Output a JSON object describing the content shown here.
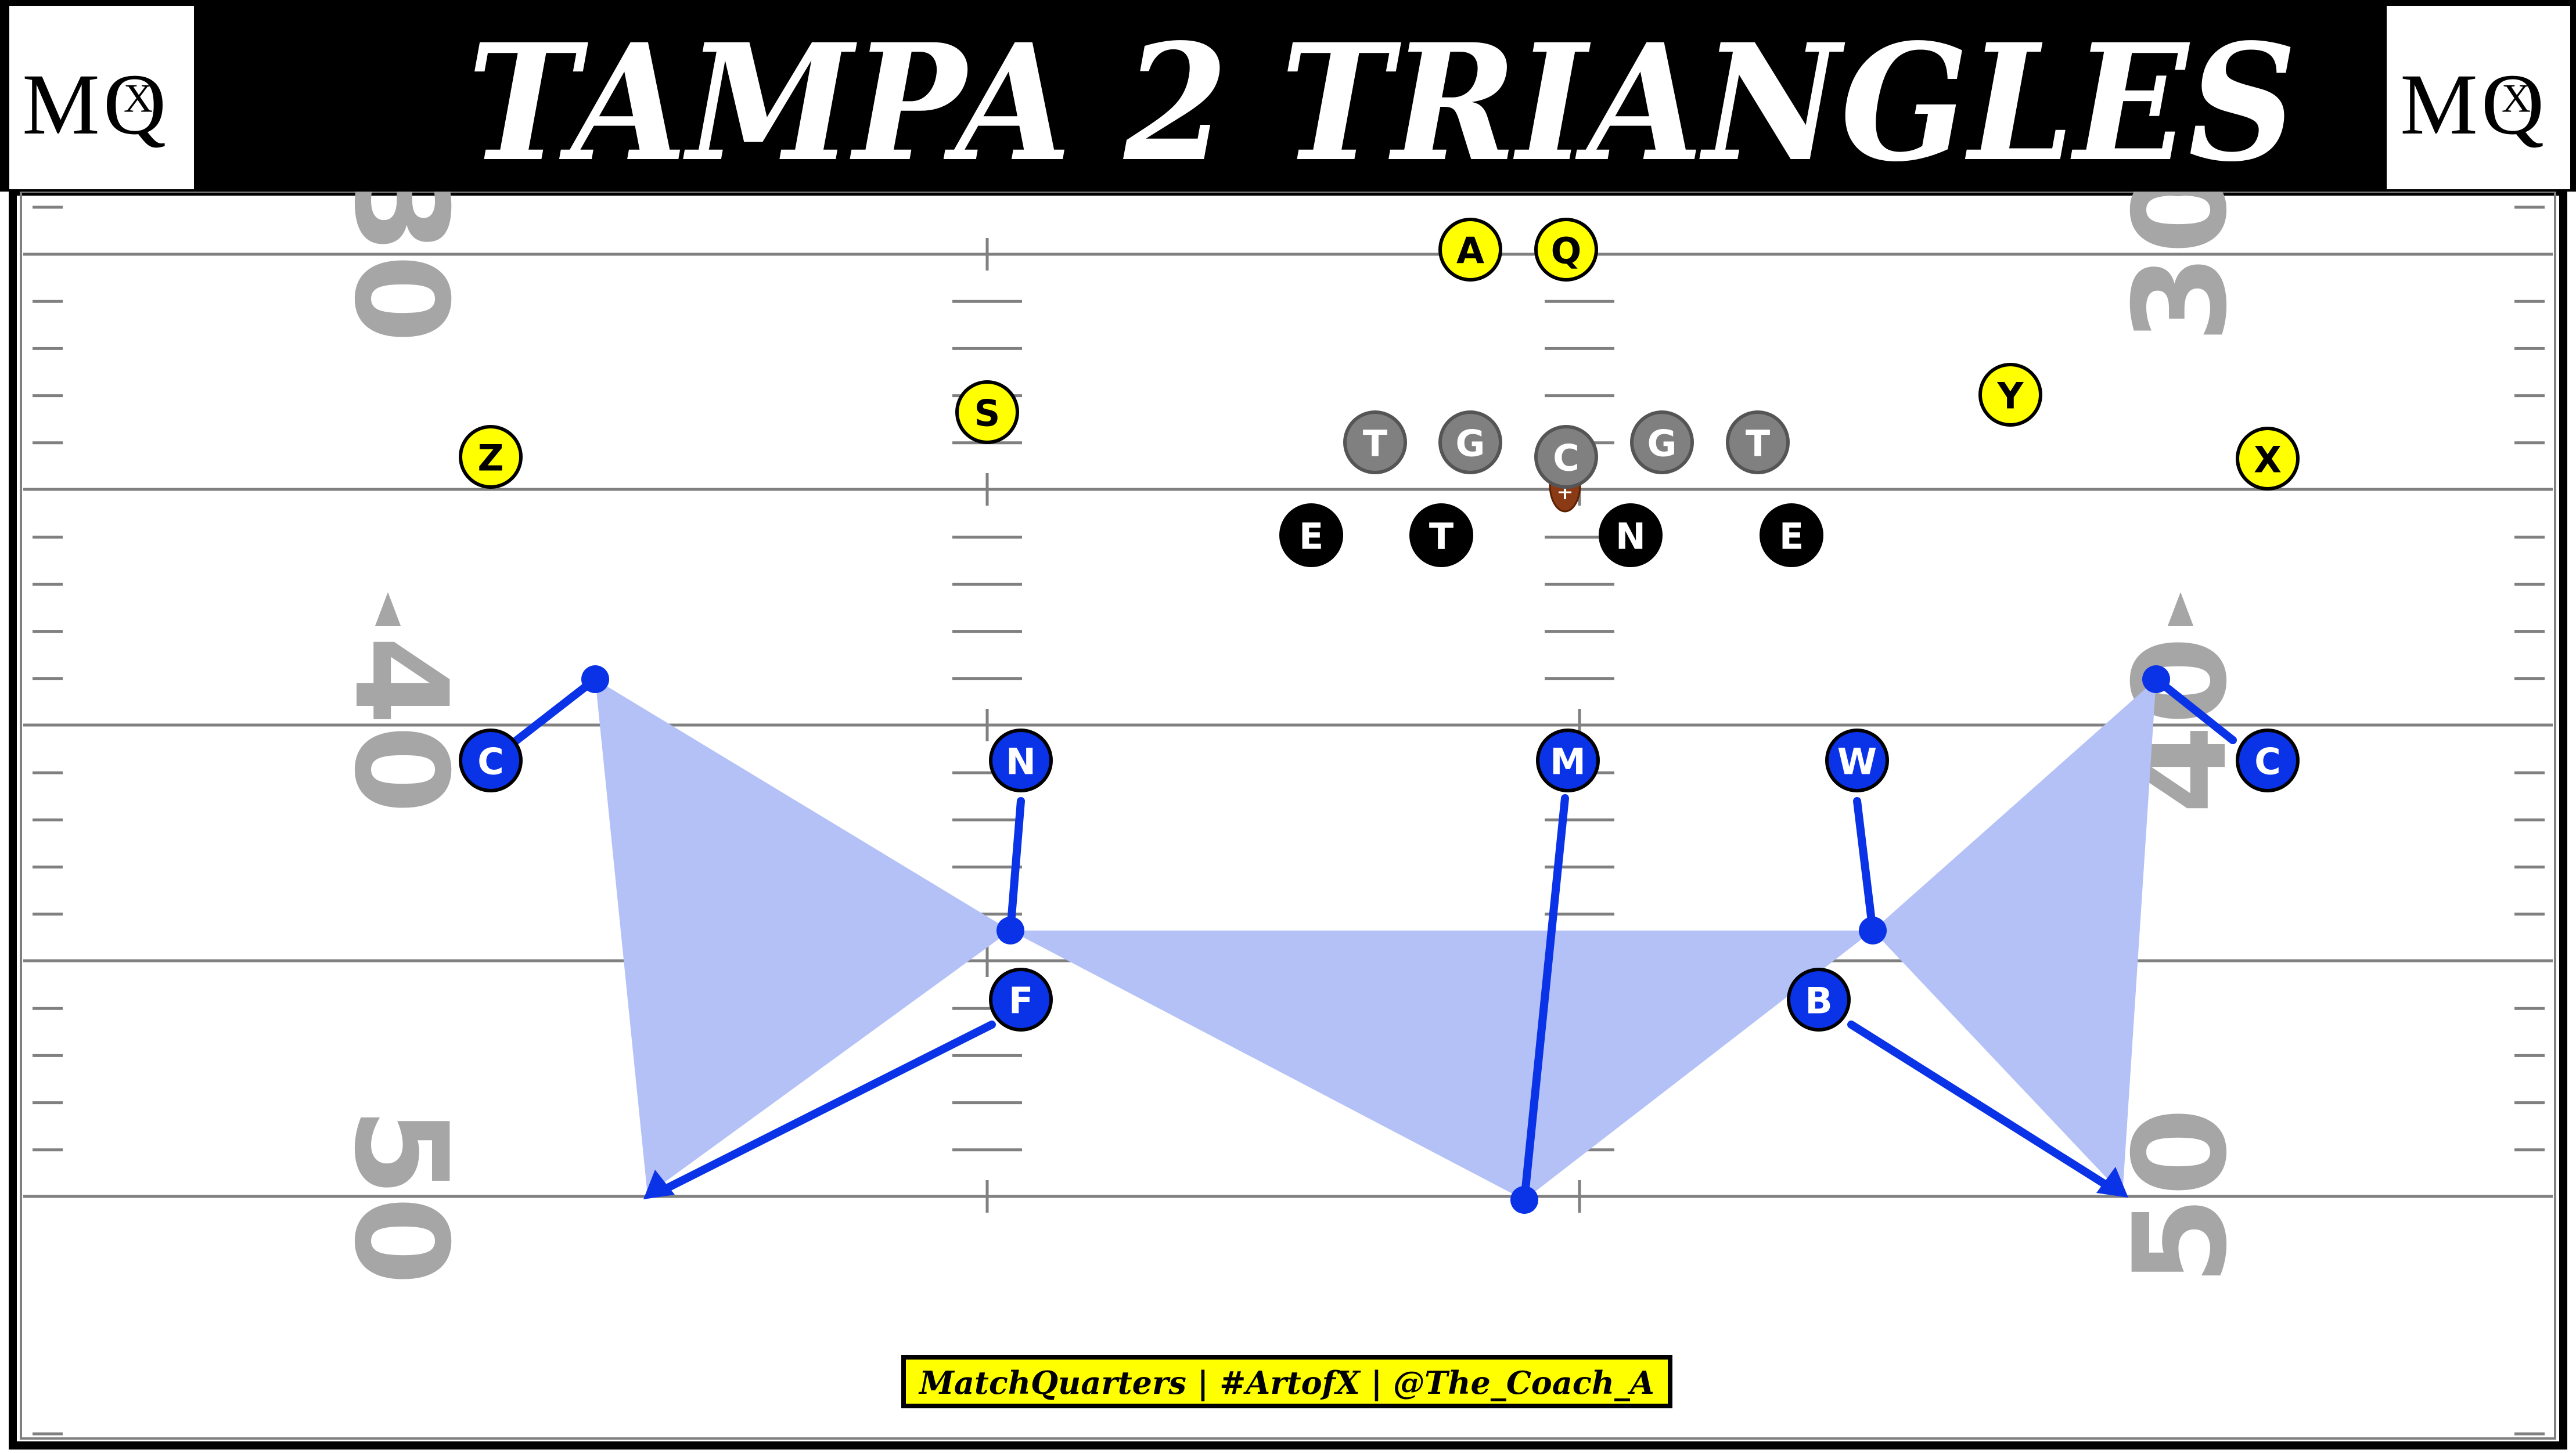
{
  "header": {
    "title": "TAMPA 2 TRIANGLES",
    "logo_left": {
      "m": "M",
      "q": "Q",
      "x": "X"
    },
    "logo_right": {
      "m": "M",
      "q": "Q",
      "x": "X"
    }
  },
  "field": {
    "yard_numbers": {
      "thirty": "30",
      "forty": "40",
      "fifty": "50"
    }
  },
  "offense": {
    "players": [
      {
        "id": "A",
        "label": "A"
      },
      {
        "id": "Q",
        "label": "Q"
      },
      {
        "id": "S",
        "label": "S"
      },
      {
        "id": "Z",
        "label": "Z"
      },
      {
        "id": "Y",
        "label": "Y"
      },
      {
        "id": "X",
        "label": "X"
      }
    ],
    "line": [
      {
        "id": "LT",
        "label": "T"
      },
      {
        "id": "LG",
        "label": "G"
      },
      {
        "id": "OC",
        "label": "C"
      },
      {
        "id": "RG",
        "label": "G"
      },
      {
        "id": "RT",
        "label": "T"
      }
    ]
  },
  "defense_front": [
    {
      "id": "E1",
      "label": "E"
    },
    {
      "id": "T1",
      "label": "T"
    },
    {
      "id": "N1",
      "label": "N"
    },
    {
      "id": "E2",
      "label": "E"
    }
  ],
  "coverage": [
    {
      "id": "CL",
      "label": "C"
    },
    {
      "id": "NL",
      "label": "N"
    },
    {
      "id": "MK",
      "label": "M"
    },
    {
      "id": "WL",
      "label": "W"
    },
    {
      "id": "CR",
      "label": "C"
    },
    {
      "id": "FS",
      "label": "F"
    },
    {
      "id": "BS",
      "label": "B"
    }
  ],
  "credit": "MatchQuarters | #ArtofX | @The_Coach_A",
  "colors": {
    "offense": "#ffff00",
    "offensive_line": "#808080",
    "defensive_front": "#000000",
    "coverage": "#0a32e6",
    "zone_fill": "#b3c1f7",
    "field_lines": "#808080",
    "yard_numbers": "#a6a6a6",
    "header_bg": "#000000"
  }
}
